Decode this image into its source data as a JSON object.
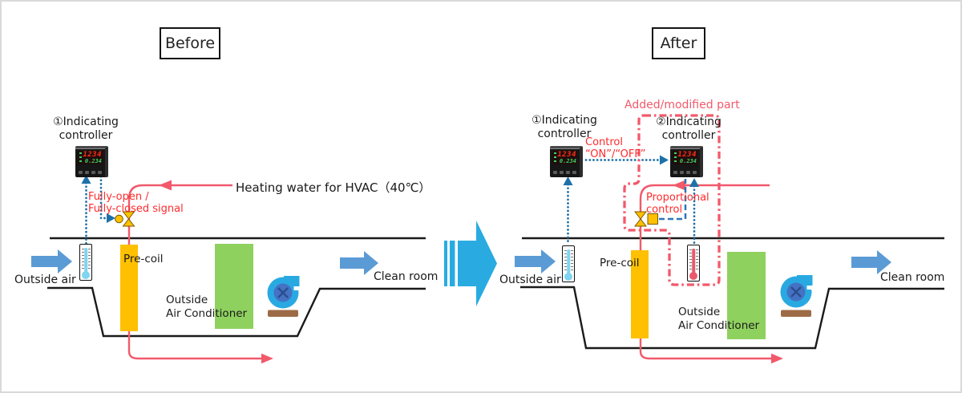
{
  "before": {
    "title": "Before",
    "controller1_label_line1": "①Indicating",
    "controller1_label_line2": "controller",
    "display": {
      "pv": "1234",
      "sv": "0.234"
    },
    "fully_signal_line1": "Fully-open /",
    "fully_signal_line2": "Fully-closed signal",
    "heating_water_label": "Heating water for HVAC（40℃）",
    "outside_air": "Outside air",
    "pre_coil": "Pre-coil",
    "oac_line1": "Outside",
    "oac_line2": "Air Conditioner",
    "clean_room": "Clean room"
  },
  "after": {
    "title": "After",
    "added_modified": "Added/modified part",
    "controller1_label_line1": "①Indicating",
    "controller1_label_line2": "controller",
    "controller2_label_line1": "②Indicating",
    "controller2_label_line2": "controller",
    "display": {
      "pv": "1234",
      "sv": "0.234"
    },
    "control_onoff_line1": "Control",
    "control_onoff_line2": "“ON”/“OFF”",
    "proportional_line1": "Proportional",
    "proportional_line2": "control",
    "outside_air": "Outside air",
    "pre_coil": "Pre-coil",
    "oac_line1": "Outside",
    "oac_line2": "Air Conditioner",
    "clean_room": "Clean room"
  },
  "colors": {
    "duct_line": "#1a1a1a",
    "pipe_red": "#F2596B",
    "annotation_red": "#FF2B2B",
    "added_red": "#F2596B",
    "signal_blue": "#1D71A8",
    "link_blue": "#2E75B6",
    "flow_arrow_blue": "#5B9BD5",
    "transition_arrow_blue": "#29ABE2",
    "precoil_yellow": "#FFC000",
    "valve_yellow": "#FFC000",
    "ac_green": "#8FD15F",
    "fan_blue": "#29A9E1",
    "fan_hub_blue": "#4472C4",
    "fan_base_brown": "#9C6B45",
    "thermo_cold": "#7FD4F0",
    "thermo_hot": "#E8596B",
    "display_red": "#FF2D16",
    "display_green": "#3BD364"
  }
}
